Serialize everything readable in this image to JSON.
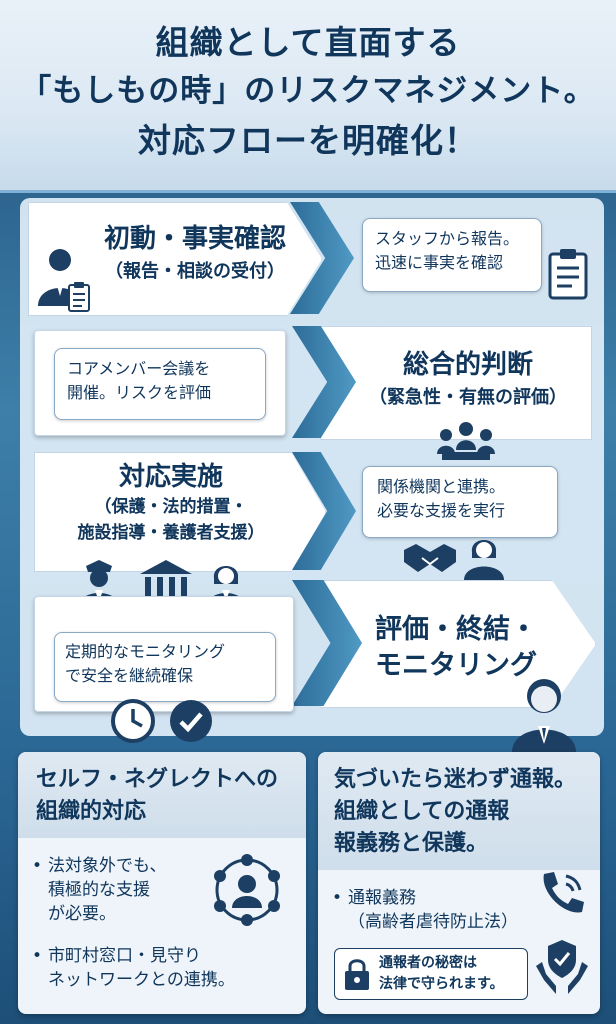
{
  "title": {
    "line1": "組織として直面する",
    "line2": "「もしもの時」のリスクマネジメント。",
    "line3": "対応フローを明確化！"
  },
  "flow": {
    "step1": {
      "title": "初動・事実確認",
      "sub": "（報告・相談の受付）",
      "note_line1": "スタッフから報告。",
      "note_line2": "迅速に事実を確認",
      "icons": [
        "staff-person-icon",
        "clipboard-icon",
        "clipboard-icon"
      ]
    },
    "step2": {
      "title": "総合的判断",
      "sub": "（緊急性・有無の評価）",
      "note_line1": "コアメンバー会議を",
      "note_line2": "開催。リスクを評価",
      "icons": [
        "meeting-icon"
      ]
    },
    "step3": {
      "title": "対応実施",
      "sub_line1": "（保護・法的措置・",
      "sub_line2": "施設指導・養護者支援）",
      "note_line1": "関係機関と連携。",
      "note_line2": "必要な支援を実行",
      "icons": [
        "police-icon",
        "government-building-icon",
        "woman-staff-icon",
        "handshake-icon",
        "woman-staff-icon"
      ]
    },
    "step4": {
      "title_line1": "評価・終結・",
      "title_line2": "モニタリング",
      "note_line1": "定期的なモニタリング",
      "note_line2": "で安全を継続確保",
      "icons": [
        "clock-icon",
        "checkmark-icon",
        "businessman-icon"
      ]
    }
  },
  "panels": {
    "left": {
      "heading_line1": "セルフ・ネグレクトへの",
      "heading_line2": "組織的対応",
      "bullet1_line1": "法対象外でも、",
      "bullet1_line2": "積極的な支援",
      "bullet1_line3": "が必要。",
      "bullet2_line1": "市町村窓口・見守り",
      "bullet2_line2": "ネットワークとの連携。",
      "icons": [
        "network-person-icon"
      ]
    },
    "right": {
      "heading_line1": "気づいたら迷わず通報。",
      "heading_line2": "組織としての通報",
      "heading_line3": "報義務と保護。",
      "bullet1_line1": "通報義務",
      "bullet1_line2": "（高齢者虐待防止法）",
      "lock_line1": "通報者の秘密は",
      "lock_line2": "法律で守られます。",
      "icons": [
        "phone-icon",
        "shield-hands-icon",
        "lock-icon"
      ]
    }
  },
  "colors": {
    "navy": "#10365c",
    "accent": "#2d6c99",
    "panel": "#eef4f9"
  }
}
